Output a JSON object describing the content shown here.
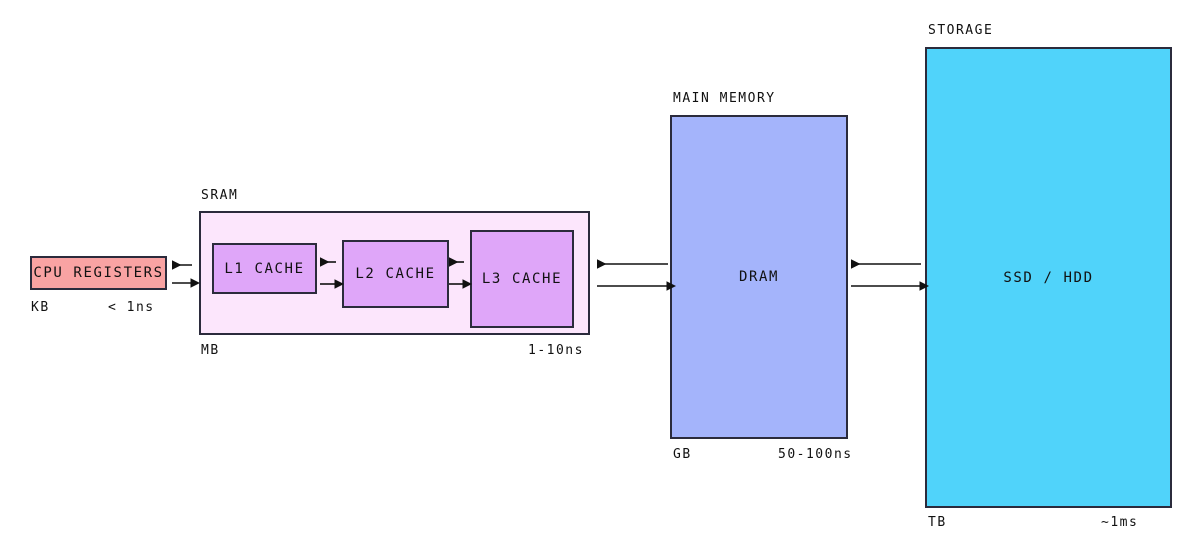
{
  "diagram": {
    "title": "memory-hierarchy",
    "levels": [
      {
        "id": "cpu-registers",
        "label": "CPU REGISTERS",
        "outer_label": "",
        "size": "KB",
        "latency": "< 1ns",
        "color": "#f9a3a3"
      },
      {
        "id": "sram",
        "label": "",
        "outer_label": "SRAM",
        "size": "MB",
        "latency": "1-10ns",
        "color": "#fce6fc",
        "children": [
          {
            "id": "l1-cache",
            "label": "L1 CACHE",
            "color": "#dfa6f9"
          },
          {
            "id": "l2-cache",
            "label": "L2 CACHE",
            "color": "#dfa6f9"
          },
          {
            "id": "l3-cache",
            "label": "L3 CACHE",
            "color": "#dfa6f9"
          }
        ]
      },
      {
        "id": "dram",
        "label": "DRAM",
        "outer_label": "MAIN MEMORY",
        "size": "GB",
        "latency": "50-100ns",
        "color": "#a4b4fb"
      },
      {
        "id": "storage",
        "label": "SSD / HDD",
        "outer_label": "STORAGE",
        "size": "TB",
        "latency": "~1ms",
        "color": "#50d3fa"
      }
    ],
    "connectors": [
      {
        "name": "registers-to-l1",
        "direction": "bidirectional"
      },
      {
        "name": "l1-to-l2",
        "direction": "bidirectional"
      },
      {
        "name": "l2-to-l3",
        "direction": "bidirectional"
      },
      {
        "name": "sram-to-dram",
        "direction": "bidirectional"
      },
      {
        "name": "dram-to-storage",
        "direction": "bidirectional"
      }
    ],
    "stroke_color": "#2b2b3c",
    "background": "#ffffff"
  }
}
